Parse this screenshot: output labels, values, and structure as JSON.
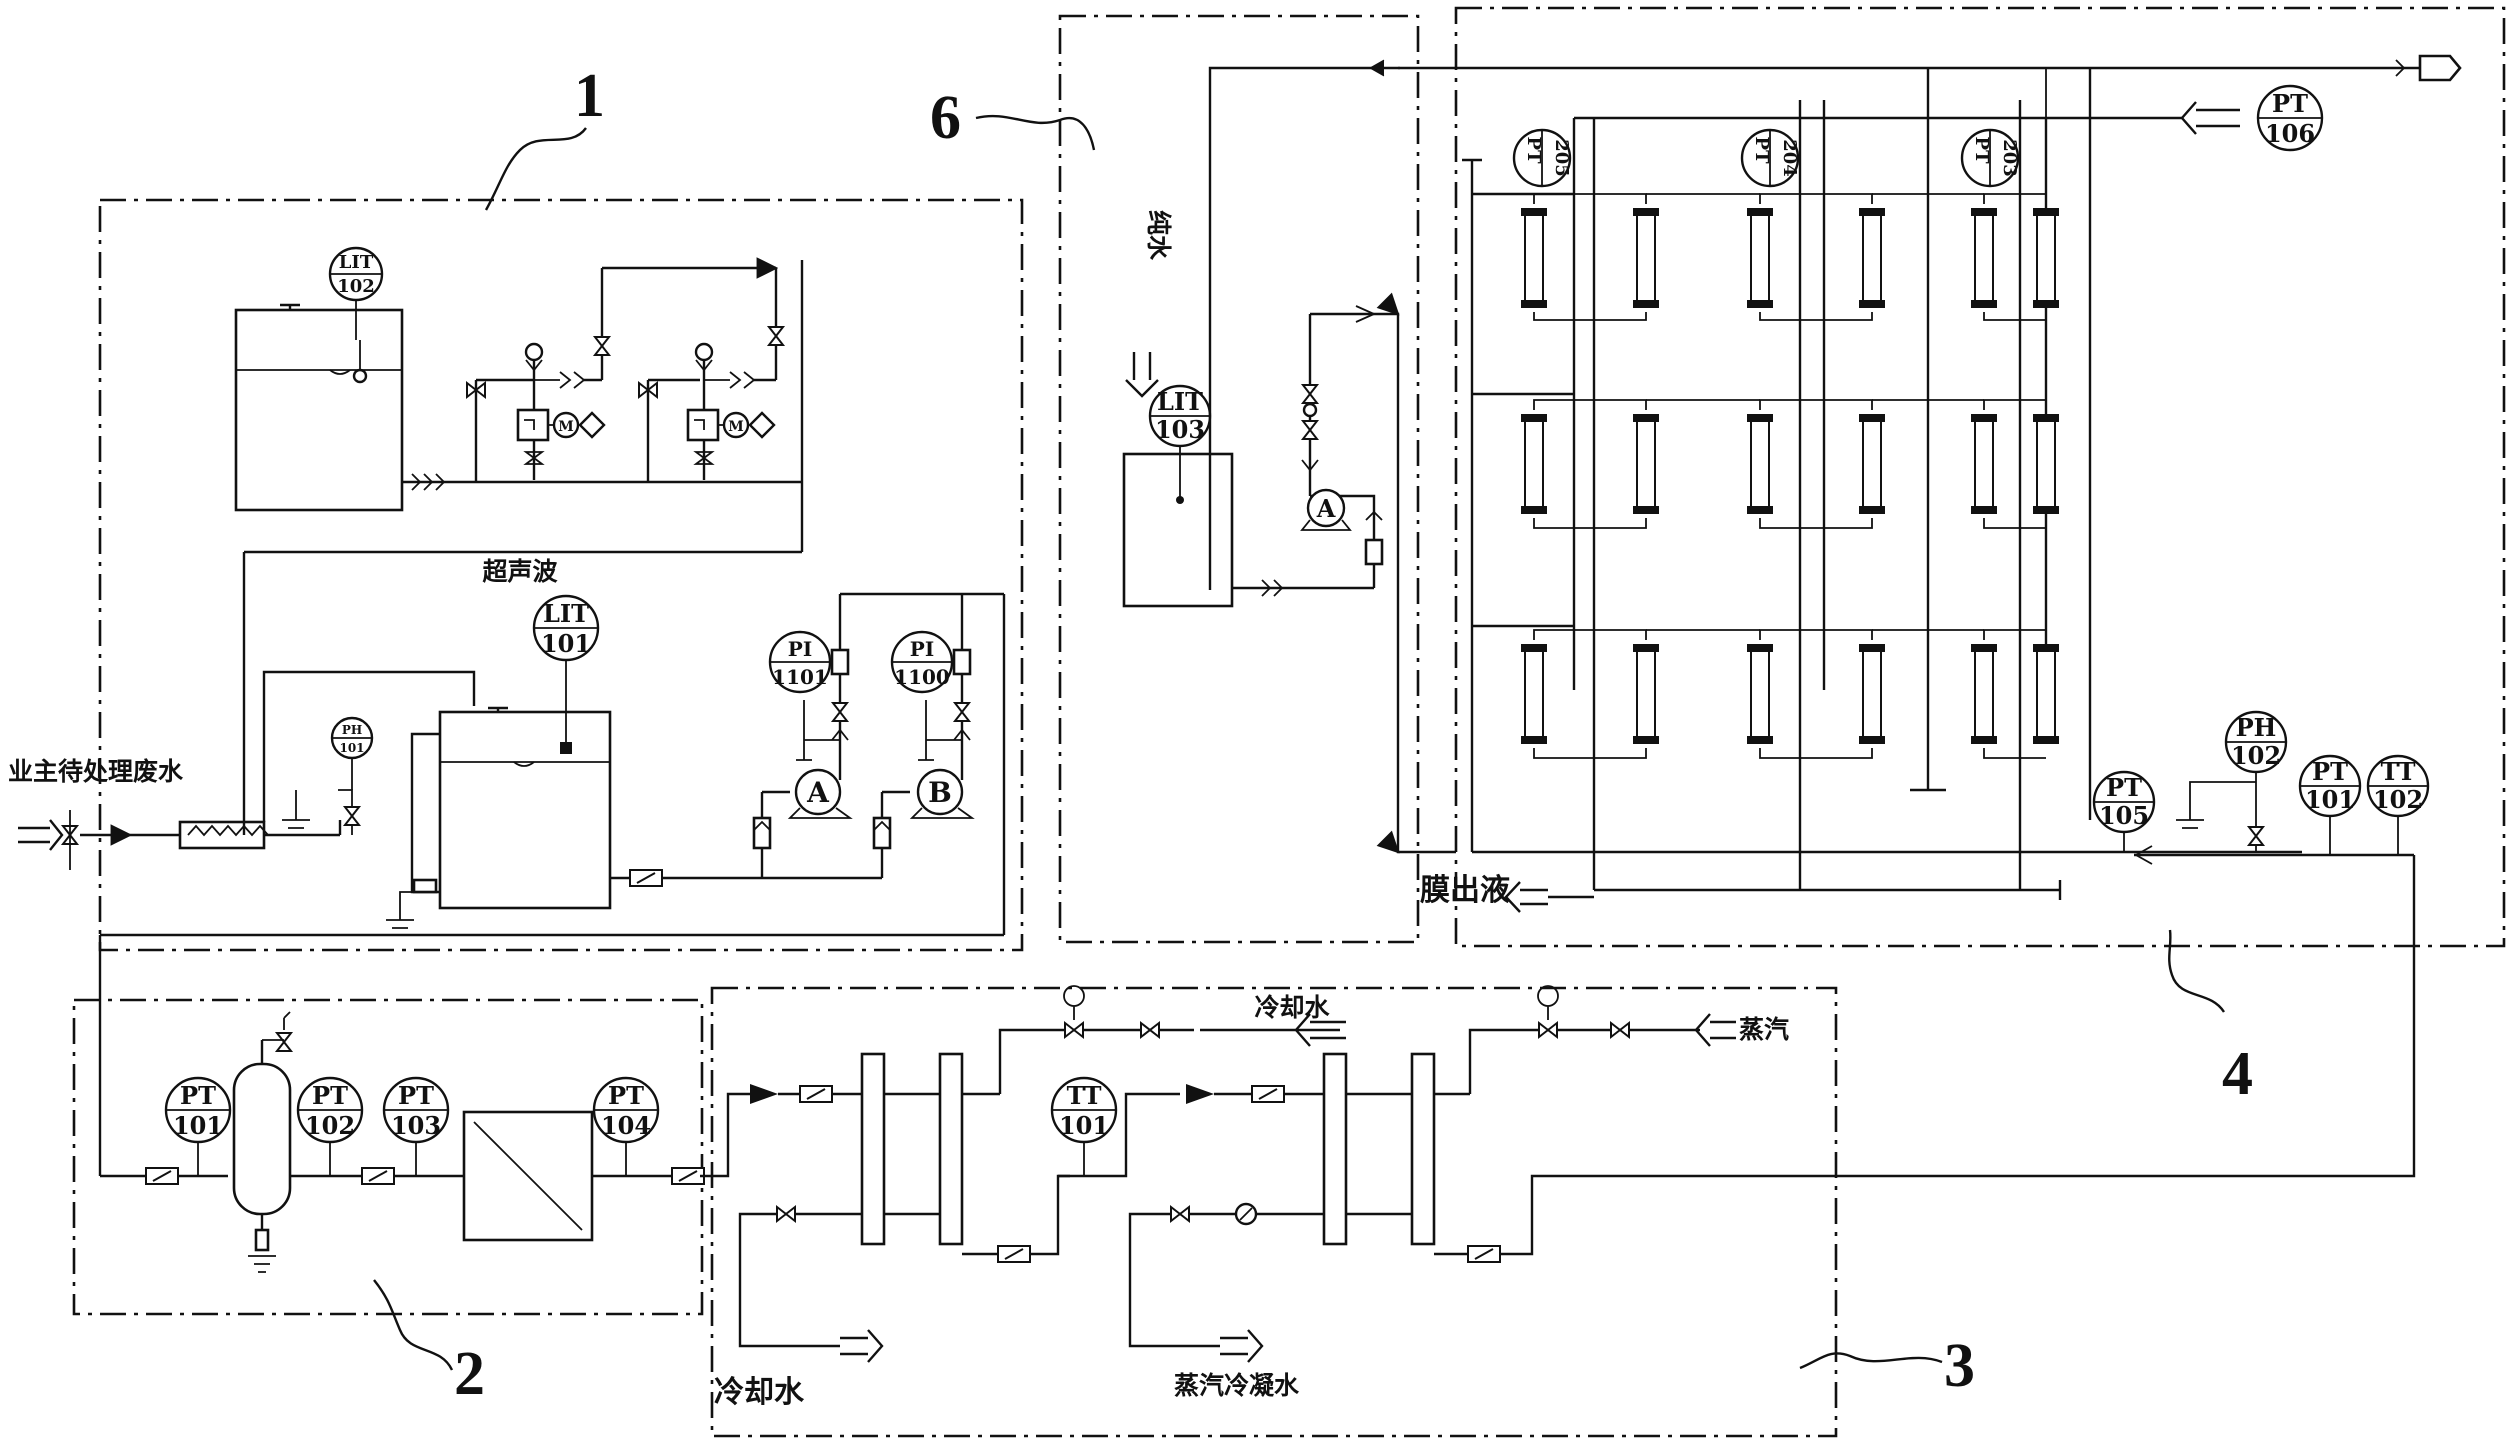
{
  "sections": {
    "s1": "1",
    "s2": "2",
    "s3": "3",
    "s4": "4",
    "s6": "6"
  },
  "labels": {
    "inlet": "业主待处理废水",
    "ultrasonic": "超声波",
    "cooling_water_in": "冷却水",
    "steam_in": "蒸汽",
    "cooling_water_out": "冷却水",
    "steam_condensate_out": "蒸汽冷凝水",
    "membrane_out": "膜出液",
    "pure_water": "纯水"
  },
  "instruments": {
    "lit102": [
      "LIT",
      "102"
    ],
    "lit101": [
      "LIT",
      "101"
    ],
    "lit103": [
      "LIT",
      "103"
    ],
    "pi1101": [
      "PI",
      "1101"
    ],
    "pi1100": [
      "PI",
      "1100"
    ],
    "ph_sec1": [
      "PH",
      "101"
    ],
    "pt101_2": [
      "PT",
      "101"
    ],
    "pt102_2": [
      "PT",
      "102"
    ],
    "pt103_2": [
      "PT",
      "103"
    ],
    "pt104_2": [
      "PT",
      "104"
    ],
    "tt101_3": [
      "TT",
      "101"
    ],
    "pt106": [
      "PT",
      "106"
    ],
    "pt205": [
      "PT",
      "205"
    ],
    "pt204": [
      "PT",
      "204"
    ],
    "pt203": [
      "PT",
      "203"
    ],
    "pt105": [
      "PT",
      "105"
    ],
    "ph102": [
      "PH",
      "102"
    ],
    "pt101_4": [
      "PT",
      "101"
    ],
    "tt102_4": [
      "TT",
      "102"
    ]
  },
  "pumps": {
    "pumpA1": "A",
    "pumpB1": "B",
    "pumpA6": "A"
  }
}
